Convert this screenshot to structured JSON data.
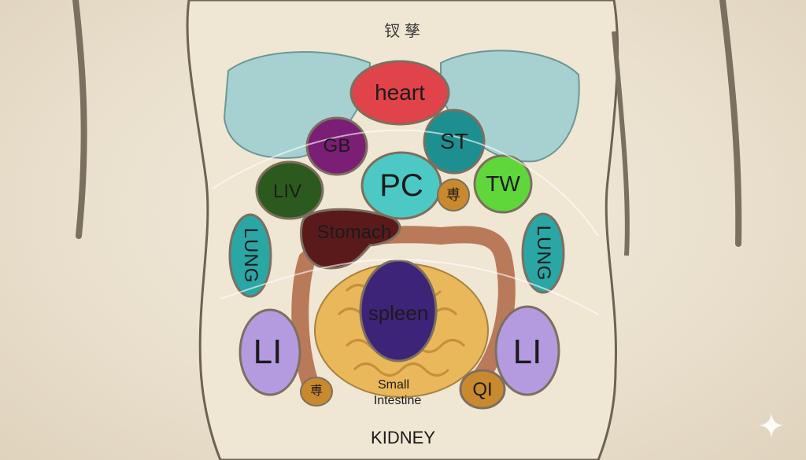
{
  "labels": {
    "top_glyphs": "钗 孳",
    "heart": "heart",
    "gb": "GB",
    "st": "ST",
    "liv": "LIV",
    "pc": "PC",
    "mid_glyph": "尃",
    "tw": "TW",
    "stomach": "Stomach",
    "lung_left": "LUNG",
    "lung_right": "LUNG",
    "spleen": "spleen",
    "li_left": "LI",
    "li_right": "LI",
    "low_glyph": "尃",
    "small_intestine_1": "Small",
    "small_intestine_2": "Intestine",
    "qi": "QI",
    "kidney": "KIDNEY"
  },
  "colors": {
    "heart": "#e0434a",
    "gb": "#7a1f75",
    "st": "#1e8f91",
    "liv": "#2c5a1e",
    "pc": "#4cc9c5",
    "tw": "#5fd63a",
    "stomach": "#5a1a1c",
    "lung": "#2aa6a4",
    "spleen": "#3d2478",
    "li": "#b49be0",
    "qi": "#c9892e",
    "intestine": "#e8b85a",
    "colon": "#b97a5a",
    "lung_tissue": "#9fcfd0"
  },
  "icons": {
    "watermark": "sparkle-icon"
  }
}
